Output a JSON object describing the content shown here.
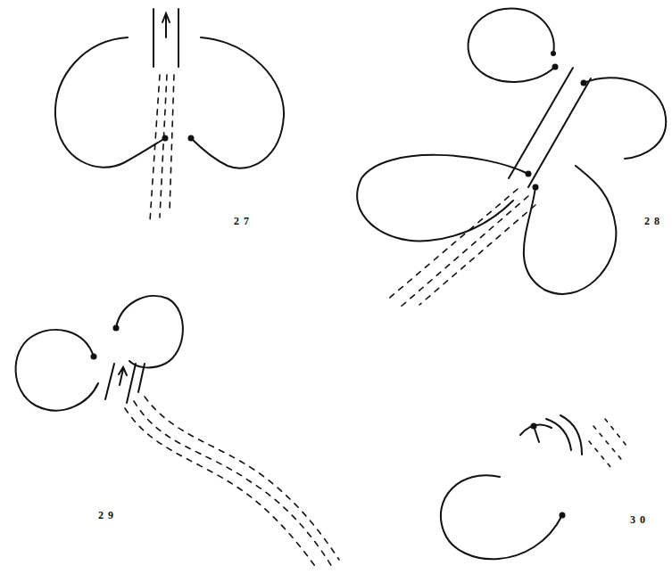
{
  "diagram": {
    "labels": [
      "27",
      "28",
      "29",
      "30"
    ]
  }
}
